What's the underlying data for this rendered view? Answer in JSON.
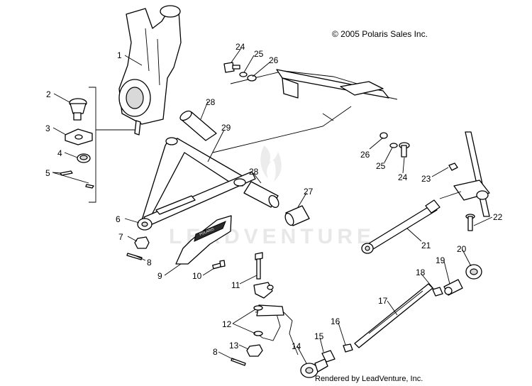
{
  "copyright": "© 2005 Polaris Sales Inc.",
  "rendered_by": "Rendered by LeadVenture, Inc.",
  "watermark": "LEADVENTURE",
  "logo_text": "POLARIS",
  "callouts": [
    "1",
    "2",
    "3",
    "4",
    "5",
    "6",
    "7",
    "8",
    "9",
    "10",
    "11",
    "12",
    "13",
    "8",
    "14",
    "15",
    "16",
    "17",
    "18",
    "19",
    "20",
    "21",
    "22",
    "23",
    "24",
    "25",
    "26",
    "24",
    "25",
    "26",
    "27",
    "28",
    "28",
    "29"
  ]
}
